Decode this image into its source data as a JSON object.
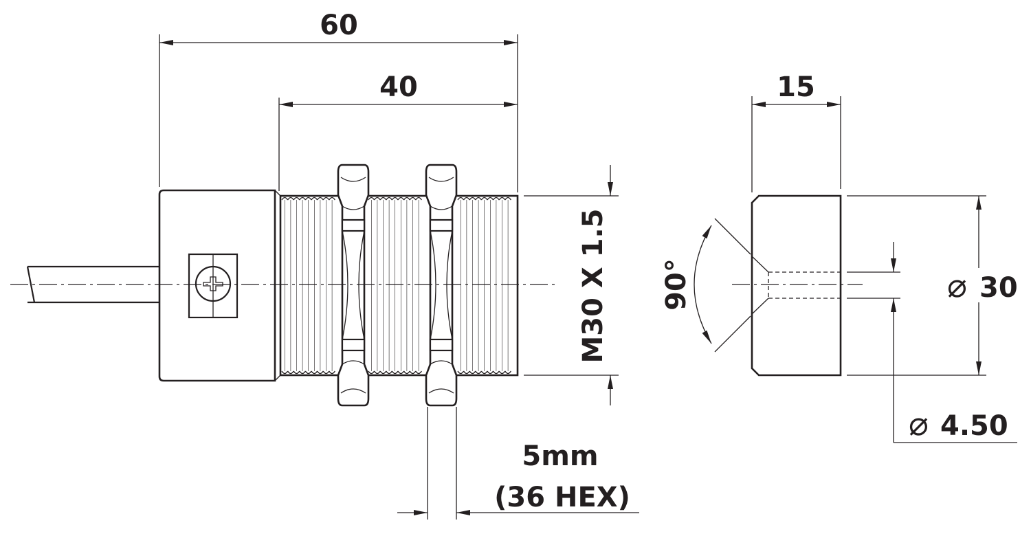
{
  "sensor_view": {
    "dim_overall_length": "60",
    "dim_thread_length": "40",
    "dim_thread_spec": "M30 X 1.5",
    "dim_nut_width": "5mm",
    "dim_nut_hex": "(36 HEX)"
  },
  "target_view": {
    "dim_thickness": "15",
    "dim_angle": "90°",
    "diameter_symbol": "⌀",
    "dim_outer_diameter": "30",
    "dim_hole_diameter": "4.50"
  }
}
